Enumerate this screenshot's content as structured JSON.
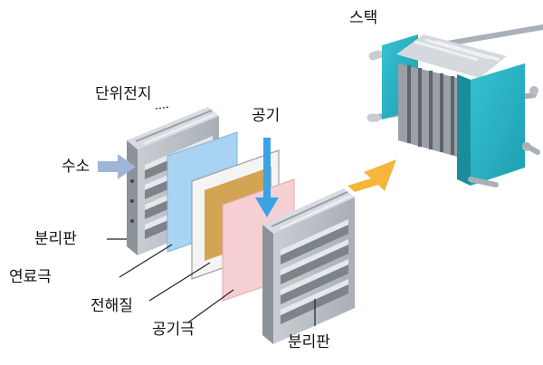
{
  "labels": {
    "stack": "스택",
    "unit_cell": "단위전지",
    "air": "공기",
    "hydrogen": "수소",
    "separator_left": "분리판",
    "fuel_electrode": "연료극",
    "electrolyte": "전해질",
    "air_electrode": "공기극",
    "separator_right": "분리판"
  },
  "colors": {
    "plate_face": "#b7bcc4",
    "plate_side": "#8d939b",
    "membrane_blue": "#a9d3f3",
    "electrolyte_white": "#f4f4f4",
    "fuel_gold": "#d4a455",
    "air_pink": "#f6cfd2",
    "stack_teal": "#2bb6c6",
    "arrow_blue": "#3aa3e6",
    "arrow_orange": "#f5b63a",
    "h2_arrow": "#9fb6d6"
  }
}
